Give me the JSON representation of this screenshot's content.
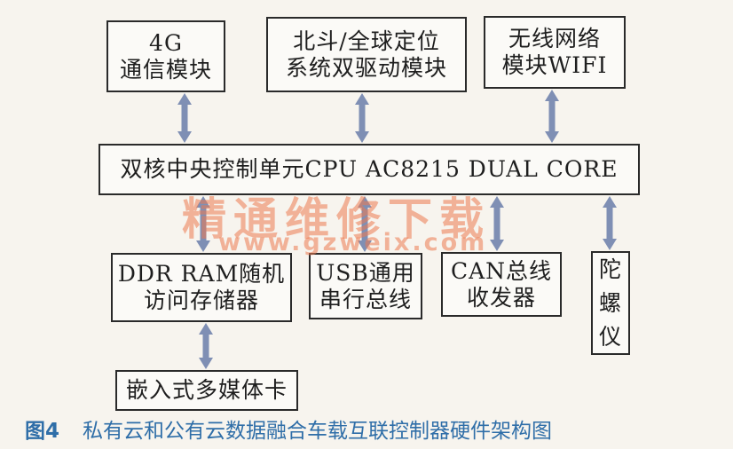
{
  "diagram": {
    "top_boxes": [
      {
        "lines": [
          "4G",
          "通信模块"
        ]
      },
      {
        "lines": [
          "北斗/全球定位",
          "系统双驱动模块"
        ]
      },
      {
        "lines": [
          "无线网络",
          "模块WIFI"
        ]
      }
    ],
    "cpu_box": {
      "text": "双核中央控制单元CPU AC8215 DUAL CORE"
    },
    "bottom_boxes": [
      {
        "lines": [
          "DDR RAM随机",
          "访问存储器"
        ]
      },
      {
        "lines": [
          "USB通用",
          "串行总线"
        ]
      },
      {
        "lines": [
          "CAN总线",
          "收发器"
        ]
      },
      {
        "lines": [
          "陀",
          "螺",
          "仪"
        ]
      }
    ],
    "sub_box": {
      "text": "嵌入式多媒体卡"
    },
    "arrow_color": "#7f8fb4"
  },
  "watermark": {
    "main": "精通维修下载",
    "url": "www.gzweix.com"
  },
  "caption": {
    "figure_label": "图4",
    "title": "私有云和公有云数据融合车载互联控制器硬件架构图"
  }
}
